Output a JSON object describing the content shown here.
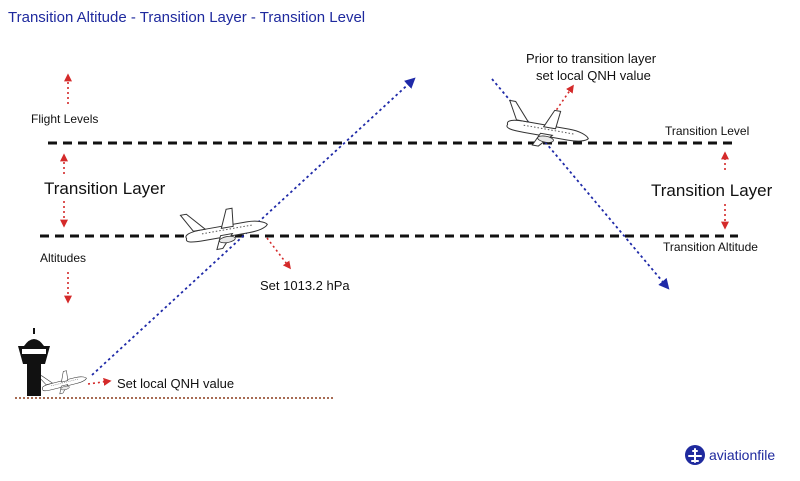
{
  "title": "Transition Altitude - Transition Layer - Transition Level",
  "labels": {
    "flight_levels": "Flight Levels",
    "transition_layer_left": "Transition Layer",
    "altitudes": "Altitudes",
    "transition_layer_right": "Transition Layer",
    "transition_level": "Transition Level",
    "transition_altitude": "Transition Altitude",
    "prior_line1": "Prior to transition layer",
    "prior_line2": "set local QNH value",
    "set_std": "Set 1013.2  hPa",
    "set_qnh": "Set local QNH value"
  },
  "brand": {
    "name": "aviationfile",
    "icon": "airplane-icon"
  },
  "icons": {
    "tower": "control-tower-icon",
    "climbing_aircraft": "airplane-icon",
    "descending_aircraft": "airplane-icon",
    "ground_aircraft": "airplane-icon"
  },
  "colors": {
    "title": "#1f2a9e",
    "flight_path": "#1f2aa8",
    "annotation_arrow": "#d42a2a",
    "ground": "#8a3a1a",
    "level_line": "#111111",
    "brand": "#1f2a9e"
  }
}
